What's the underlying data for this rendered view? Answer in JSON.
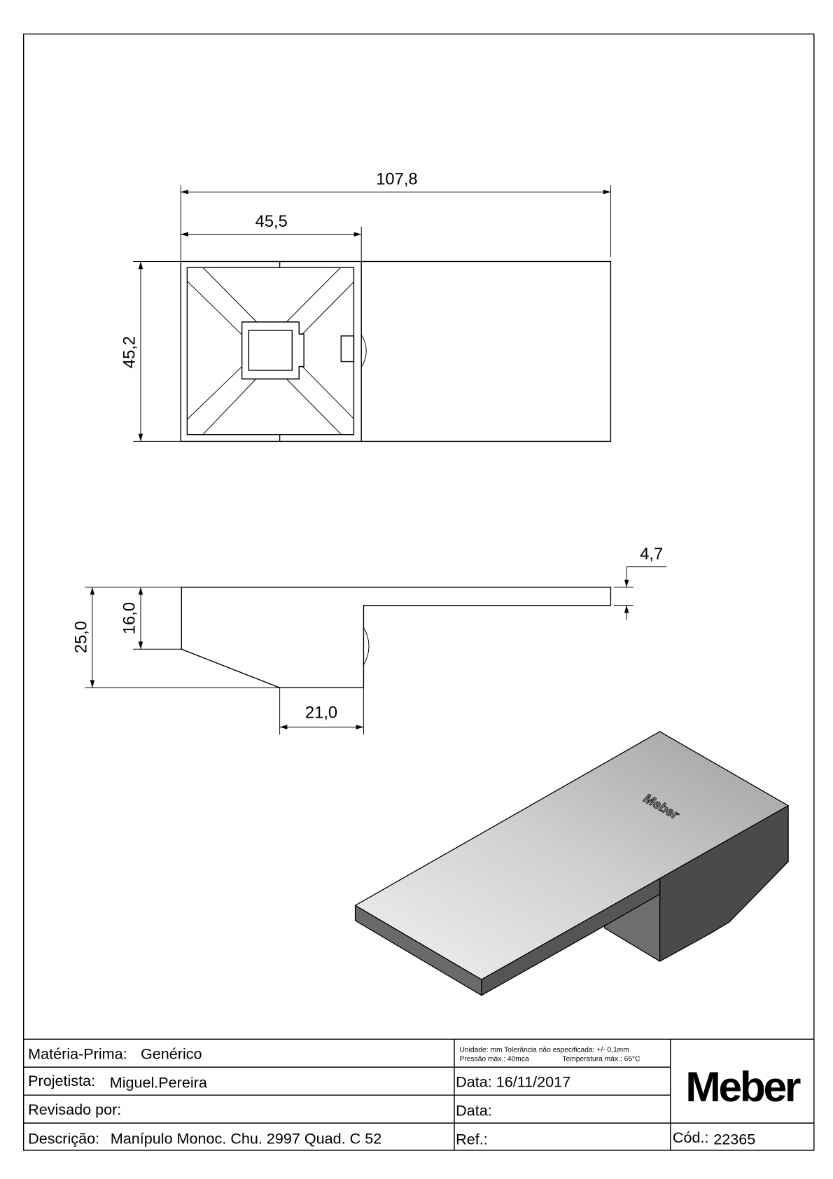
{
  "drawing": {
    "top_view": {
      "dimensions": {
        "overall_length": "107,8",
        "head_length": "45,5",
        "width": "45,2"
      }
    },
    "side_view": {
      "dimensions": {
        "lever_thickness": "4,7",
        "head_height": "16,0",
        "total_height": "25,0",
        "base_length": "21,0"
      }
    },
    "isometric_view": {
      "engraving": "Meber"
    }
  },
  "title_block": {
    "material_label": "Matéria-Prima:",
    "material_value": "Genérico",
    "notes_line1": "Unidade: mm Tolerância não especificada: +/- 0,1mm",
    "notes_line2_a": "Pressão máx.: 40mca",
    "notes_line2_b": "Temperatura máx.: 65°C",
    "designer_label": "Projetista:",
    "designer_value": "Miguel.Pereira",
    "date_label": "Data: 16/11/2017",
    "reviewed_label": "Revisado por:",
    "review_date_label": "Data:",
    "description_label": "Descrição:",
    "description_value": "Manípulo Monoc. Chu. 2997 Quad. C 52",
    "ref_label": "Ref.:",
    "code_label": "Cód.:",
    "code_value": "22365",
    "company_logo": "Meber"
  }
}
